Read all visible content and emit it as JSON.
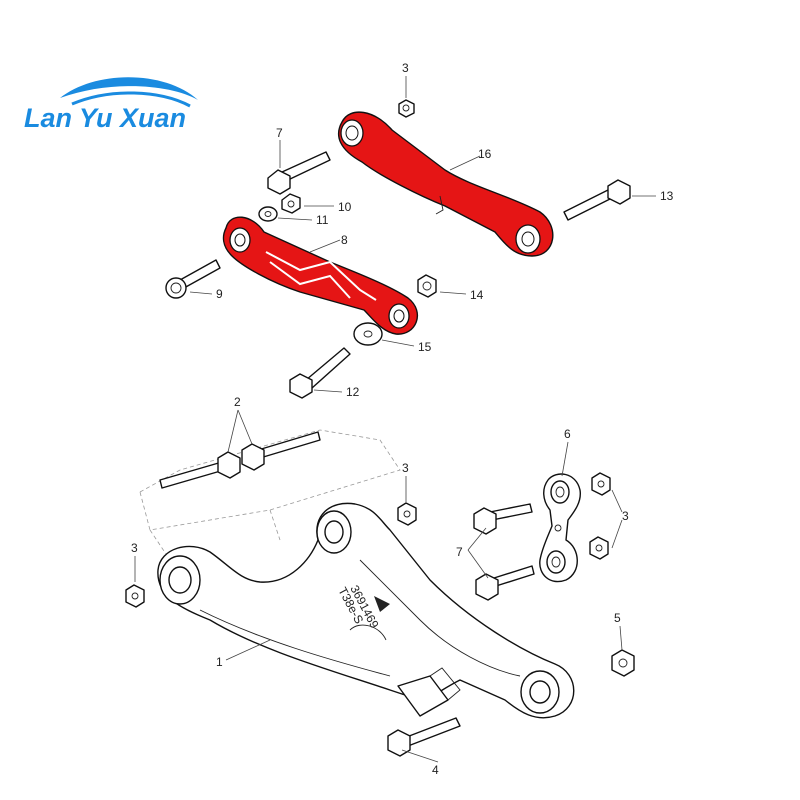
{
  "logo": {
    "text": "Lan Yu Xuan",
    "color": "#1a8be0"
  },
  "callouts": {
    "c1": "1",
    "c2": "2",
    "c3a": "3",
    "c3b": "3",
    "c3c": "3",
    "c3d": "3",
    "c4": "4",
    "c5": "5",
    "c6": "6",
    "c7a": "7",
    "c7b": "7",
    "c8": "8",
    "c9": "9",
    "c10": "10",
    "c11": "11",
    "c12": "12",
    "c13": "13",
    "c14": "14",
    "c15": "15",
    "c16": "16"
  },
  "arm_stamp": {
    "line1": "T38e-S",
    "line2": "3691469"
  },
  "colors": {
    "highlight": "#e51515",
    "outline": "#111111"
  }
}
